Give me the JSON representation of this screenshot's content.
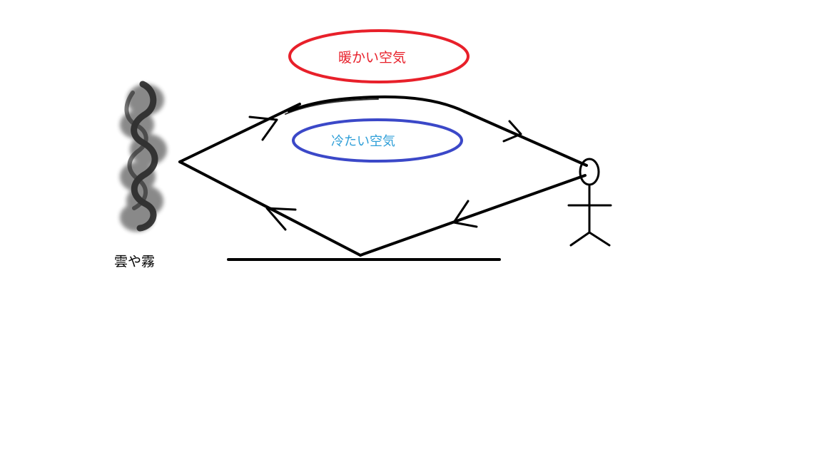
{
  "labels": {
    "warm_air": "暖かい空気",
    "cold_air": "冷たい空気",
    "cloud_fog": "雲や霧"
  },
  "colors": {
    "warm_ellipse": "#e8202a",
    "warm_text": "#e8202a",
    "cold_ellipse": "#3b48c8",
    "cold_text": "#2f9fd8",
    "lines": "#000000",
    "cloud": "#2a2a2a"
  },
  "icons": {
    "cloud": "cloud-fog-icon",
    "person": "stick-figure-icon"
  }
}
